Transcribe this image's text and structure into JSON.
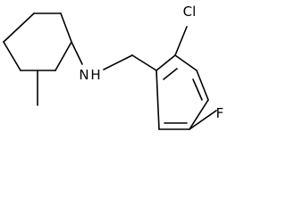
{
  "atoms": {
    "amine": "N",
    "amine_h": "H",
    "chlorine": "Cl",
    "fluorine": "F"
  },
  "colors": {
    "bond": "#000000",
    "label": "#000000",
    "background": "#ffffff"
  }
}
